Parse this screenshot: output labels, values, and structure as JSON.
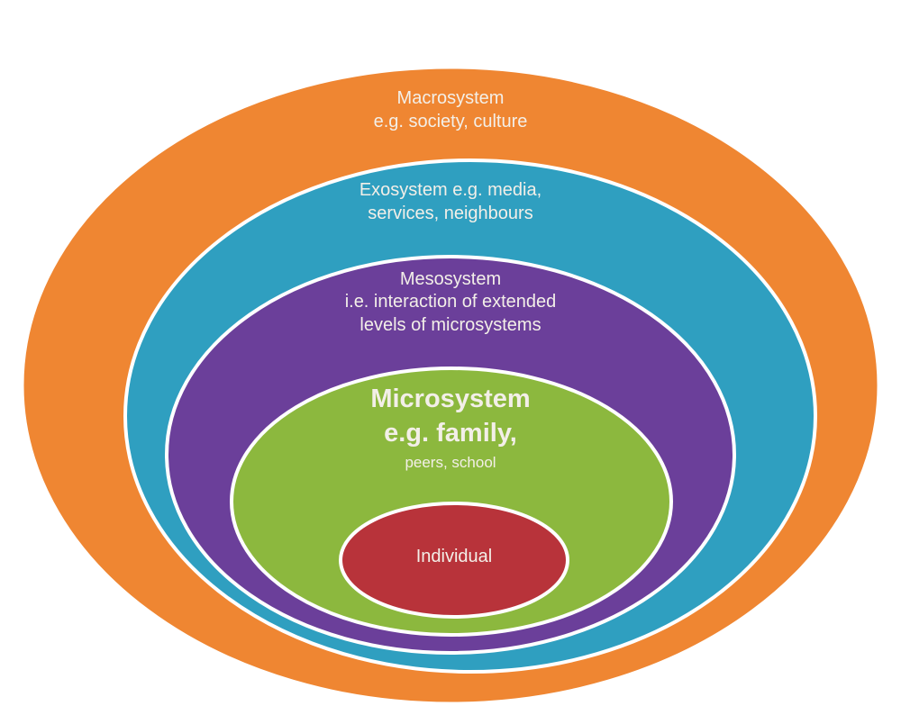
{
  "title": "Ecological systems model",
  "layers": [
    {
      "name": "Macrosystem",
      "lines": [
        "Macrosystem",
        "e.g. society, culture"
      ],
      "color": "#ef8632"
    },
    {
      "name": "Exosystem",
      "lines": [
        "Exosystem e.g. media,",
        "services, neighbours"
      ],
      "color": "#2f9fc0"
    },
    {
      "name": "Mesosystem",
      "lines": [
        "Mesosystem",
        "i.e. interaction of extended",
        "levels of microsystems"
      ],
      "color": "#6b3f9a"
    },
    {
      "name": "Microsystem",
      "lines": [
        "Microsystem",
        "e.g. family,",
        "peers, school"
      ],
      "color": "#8cb83e"
    },
    {
      "name": "Individual",
      "lines": [
        "Individual"
      ],
      "color": "#b8333a"
    }
  ]
}
